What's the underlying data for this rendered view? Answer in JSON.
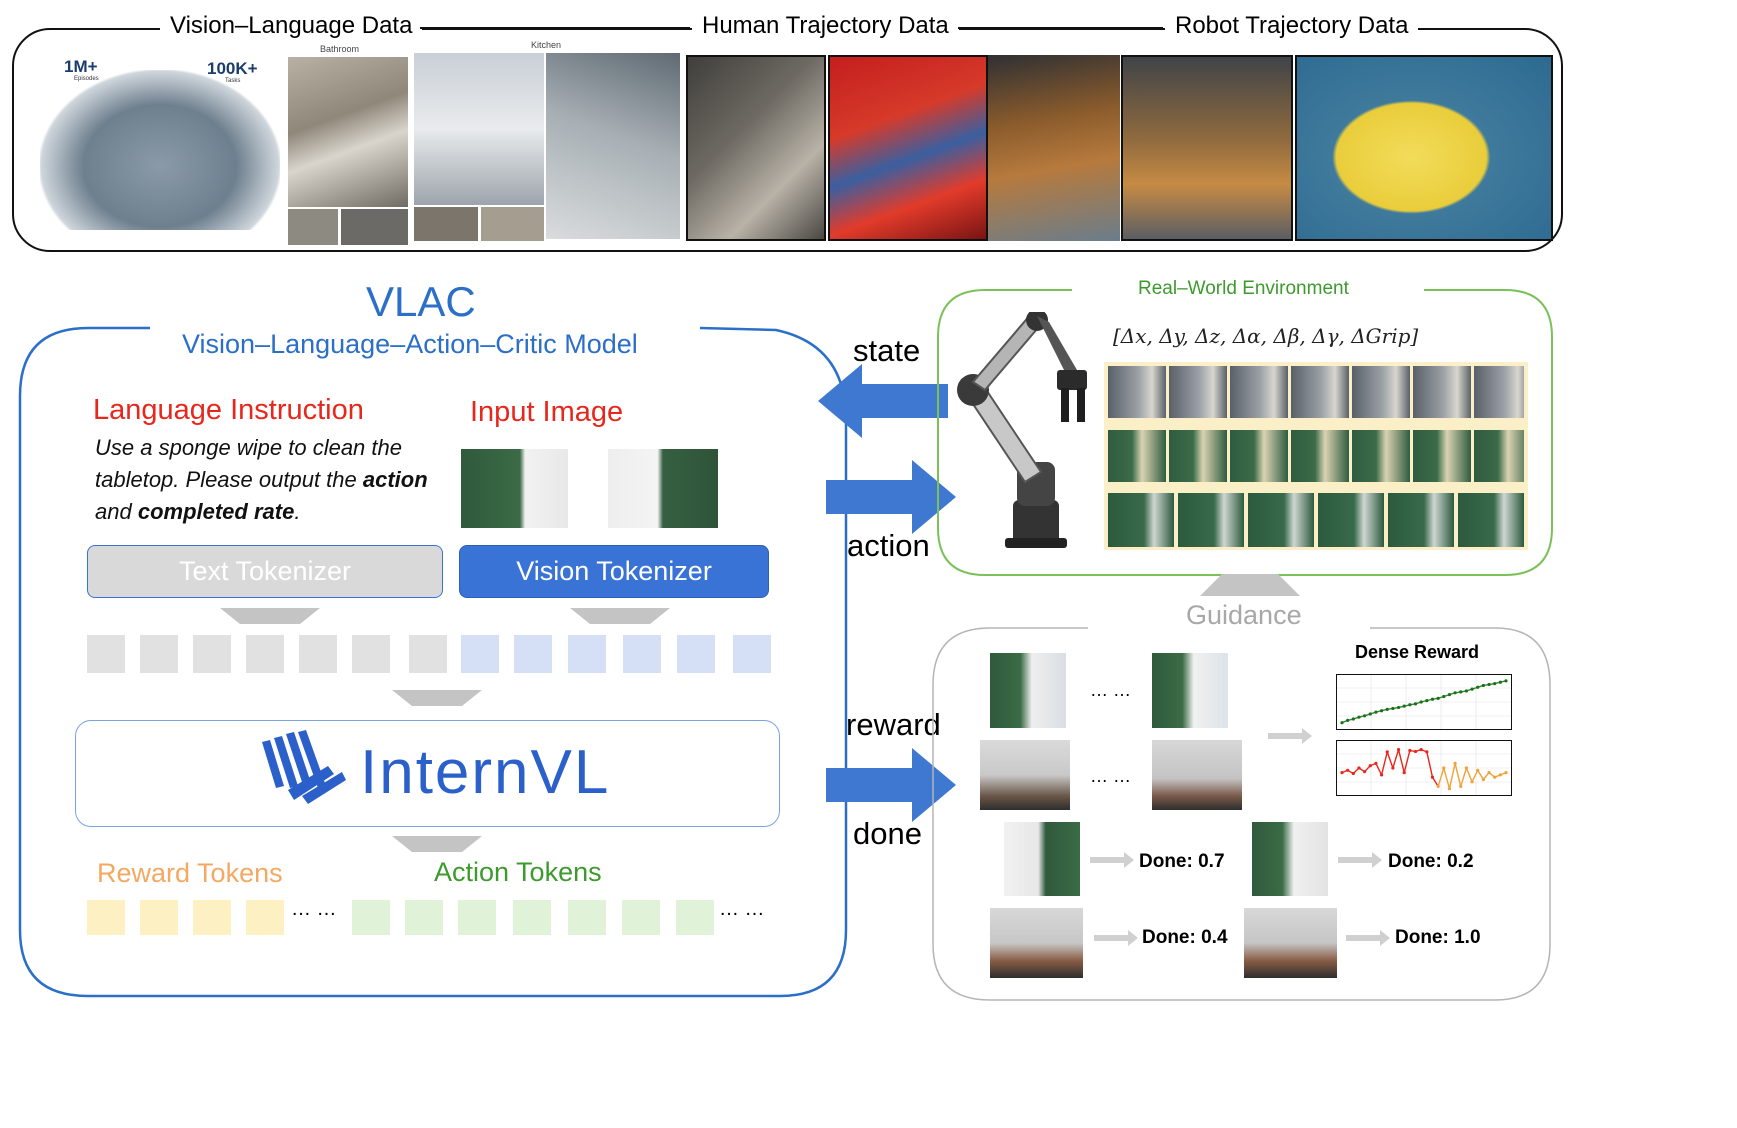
{
  "data_strip": {
    "vision_language_label": "Vision–Language Data",
    "human_label": "Human Trajectory Data",
    "robot_label": "Robot Trajectory Data",
    "stat_episodes_value": "1M+",
    "stat_episodes_caption": "Episodes",
    "stat_tasks_value": "100K+",
    "stat_tasks_caption": "Tasks",
    "bathroom_caption": "Bathroom",
    "kitchen_caption": "Kitchen"
  },
  "vlac": {
    "title": "VLAC",
    "subtitle": "Vision–Language–Action–Critic Model",
    "language_instruction_title": "Language Instruction",
    "instruction_part1": "Use a sponge wipe to clean the tabletop. Please output the ",
    "instruction_bold1": "action",
    "instruction_part2": " and ",
    "instruction_bold2": "completed rate",
    "instruction_part3": ".",
    "input_image_title": "Input Image",
    "text_tokenizer": "Text Tokenizer",
    "vision_tokenizer": "Vision Tokenizer",
    "model_name": "InternVL",
    "reward_tokens": "Reward Tokens",
    "action_tokens": "Action Tokens",
    "ellipsis": "… …"
  },
  "arrows": {
    "state": "state",
    "action": "action",
    "reward": "reward",
    "done": "done"
  },
  "environment": {
    "title": "Real–World Environment",
    "action_vector": "[Δx, Δy, Δz, Δα, Δβ, Δγ, ΔGrip]"
  },
  "guidance": {
    "label": "Guidance",
    "dense_reward_title": "Dense Reward",
    "ellipsis": "… …",
    "done_items": [
      "Done: 0.7",
      "Done: 0.2",
      "Done: 0.4",
      "Done: 1.0"
    ]
  },
  "chart_data": [
    {
      "type": "line",
      "title": "",
      "xlabel": "",
      "ylabel": "",
      "series": [
        {
          "values": [
            0.05,
            0.1,
            0.13,
            0.17,
            0.2,
            0.24,
            0.28,
            0.31,
            0.34,
            0.36,
            0.38,
            0.41,
            0.44,
            0.46,
            0.5,
            0.53,
            0.56,
            0.58,
            0.62,
            0.66,
            0.7,
            0.72,
            0.74,
            0.78,
            0.82,
            0.86,
            0.88,
            0.9,
            0.93,
            0.96
          ]
        }
      ],
      "ylim": [
        0,
        1
      ]
    },
    {
      "type": "line",
      "title": "",
      "xlabel": "",
      "ylabel": "",
      "series": [
        {
          "values": [
            0.4,
            0.45,
            0.38,
            0.5,
            0.42,
            0.55,
            0.6,
            0.35,
            0.85,
            0.5,
            0.9,
            0.4,
            0.88,
            0.86,
            0.9,
            0.85,
            0.3,
            0.1,
            0.5,
            0.05,
            0.6,
            0.1,
            0.5,
            0.2,
            0.45,
            0.25,
            0.4,
            0.3,
            0.35,
            0.4
          ]
        }
      ],
      "ylim": [
        0,
        1
      ]
    }
  ],
  "colors": {
    "vlac_blue": "#2b6fc9",
    "language_red": "#e8271c",
    "reward_orange": "#f5a862",
    "action_green": "#3d9a2d",
    "env_green": "#7cc05a",
    "tokenizer_blue": "#3a73d6",
    "arrow_blue": "#3f78d1"
  }
}
